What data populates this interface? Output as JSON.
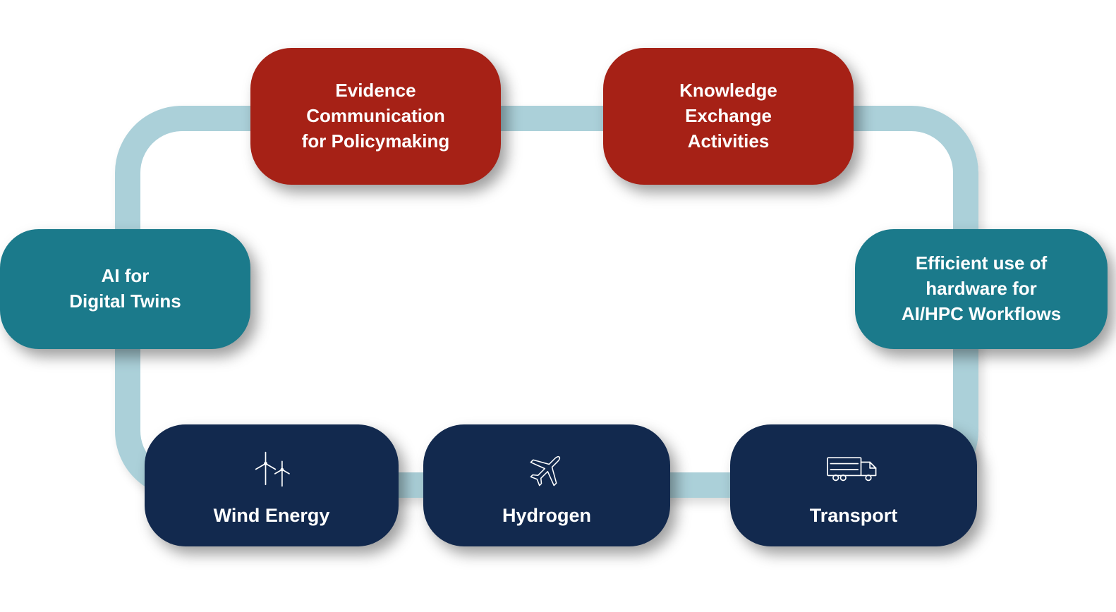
{
  "diagram": {
    "background_color": "#ffffff",
    "track_color": "#abd0d9",
    "colors": {
      "red": "#a62116",
      "teal": "#1b7a8b",
      "navy": "#12294e"
    },
    "nodes": [
      {
        "id": "evidence-communication",
        "label": "Evidence\nCommunication\nfor Policymaking",
        "color": "#a62116",
        "category": "red"
      },
      {
        "id": "knowledge-exchange",
        "label": "Knowledge\nExchange\nActivities",
        "color": "#a62116",
        "category": "red"
      },
      {
        "id": "ai-digital-twins",
        "label": "AI for\nDigital Twins",
        "color": "#1b7a8b",
        "category": "teal"
      },
      {
        "id": "efficient-hardware",
        "label": "Efficient use of\nhardware for\nAI/HPC Workflows",
        "color": "#1b7a8b",
        "category": "teal"
      },
      {
        "id": "wind-energy",
        "label": "Wind Energy",
        "color": "#12294e",
        "category": "navy",
        "icon": "wind-turbine-icon"
      },
      {
        "id": "hydrogen",
        "label": "Hydrogen",
        "color": "#12294e",
        "category": "navy",
        "icon": "airplane-icon"
      },
      {
        "id": "transport",
        "label": "Transport",
        "color": "#12294e",
        "category": "navy",
        "icon": "truck-icon"
      }
    ]
  }
}
